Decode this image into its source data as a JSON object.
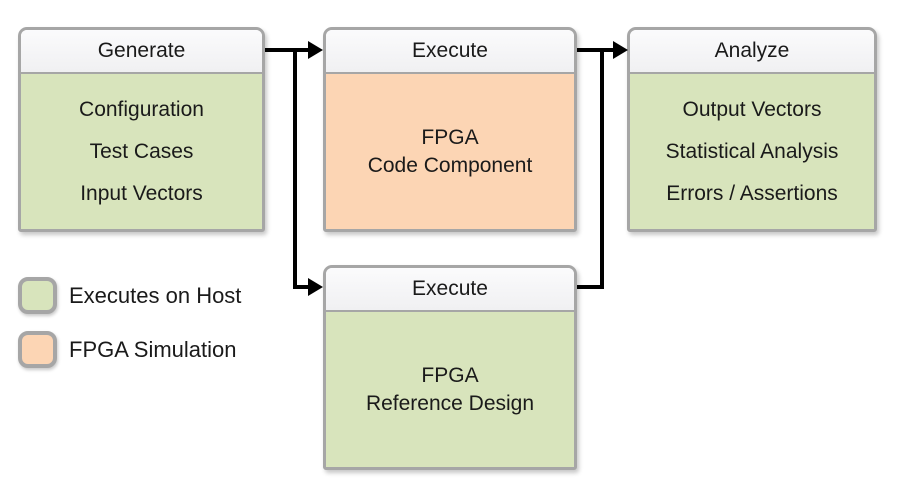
{
  "boxes": [
    {
      "id": "generate",
      "title": "Generate",
      "items": [
        "Configuration",
        "Test Cases",
        "Input Vectors"
      ],
      "variant": "green"
    },
    {
      "id": "execute-top",
      "title": "Execute",
      "items": [
        "FPGA",
        "Code Component"
      ],
      "variant": "orange"
    },
    {
      "id": "analyze",
      "title": "Analyze",
      "items": [
        "Output Vectors",
        "Statistical Analysis",
        "Errors / Assertions"
      ],
      "variant": "green"
    },
    {
      "id": "execute-bottom",
      "title": "Execute",
      "items": [
        "FPGA",
        "Reference Design"
      ],
      "variant": "green"
    }
  ],
  "connections": [
    {
      "from": "generate",
      "to": "execute-top"
    },
    {
      "from": "generate",
      "to": "execute-bottom"
    },
    {
      "from": "execute-top",
      "to": "analyze"
    },
    {
      "from": "execute-bottom",
      "to": "analyze"
    }
  ],
  "legend": {
    "items": [
      {
        "label": "Executes on Host",
        "swatch": "green"
      },
      {
        "label": "FPGA Simulation",
        "swatch": "orange"
      }
    ]
  },
  "colors": {
    "hostGreen": "#d8e4bc",
    "fpgaOrange": "#fcd5b4",
    "boxBorder": "#a6a6a6",
    "headerFill": "#f5f5f6",
    "arrowBlack": "#000000",
    "textColor": "#1a1a1a"
  }
}
